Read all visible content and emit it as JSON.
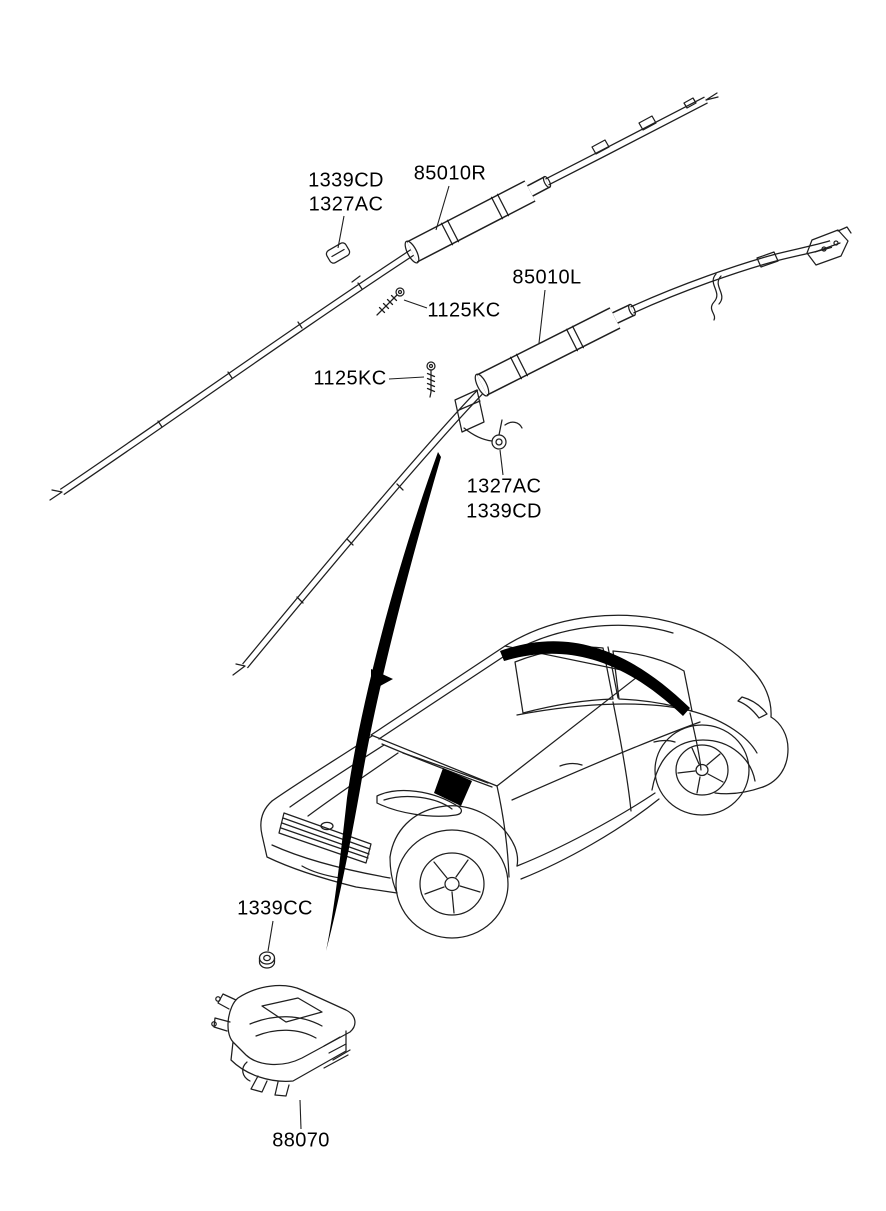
{
  "figure_type": "airbag-parts-diagram",
  "colors": {
    "background": "#ffffff",
    "line": "#1f1f1f",
    "solid_fill": "#000000"
  },
  "labels": {
    "top_clip_line1": "1339CD",
    "top_clip_line2": "1327AC",
    "curtain_right": "85010R",
    "curtain_left": "85010L",
    "screw_upper": "1125KC",
    "screw_lower": "1125KC",
    "mid_grommet_line1": "1327AC",
    "mid_grommet_line2": "1339CD",
    "front_nut": "1339CC",
    "passenger_module": "88070"
  }
}
